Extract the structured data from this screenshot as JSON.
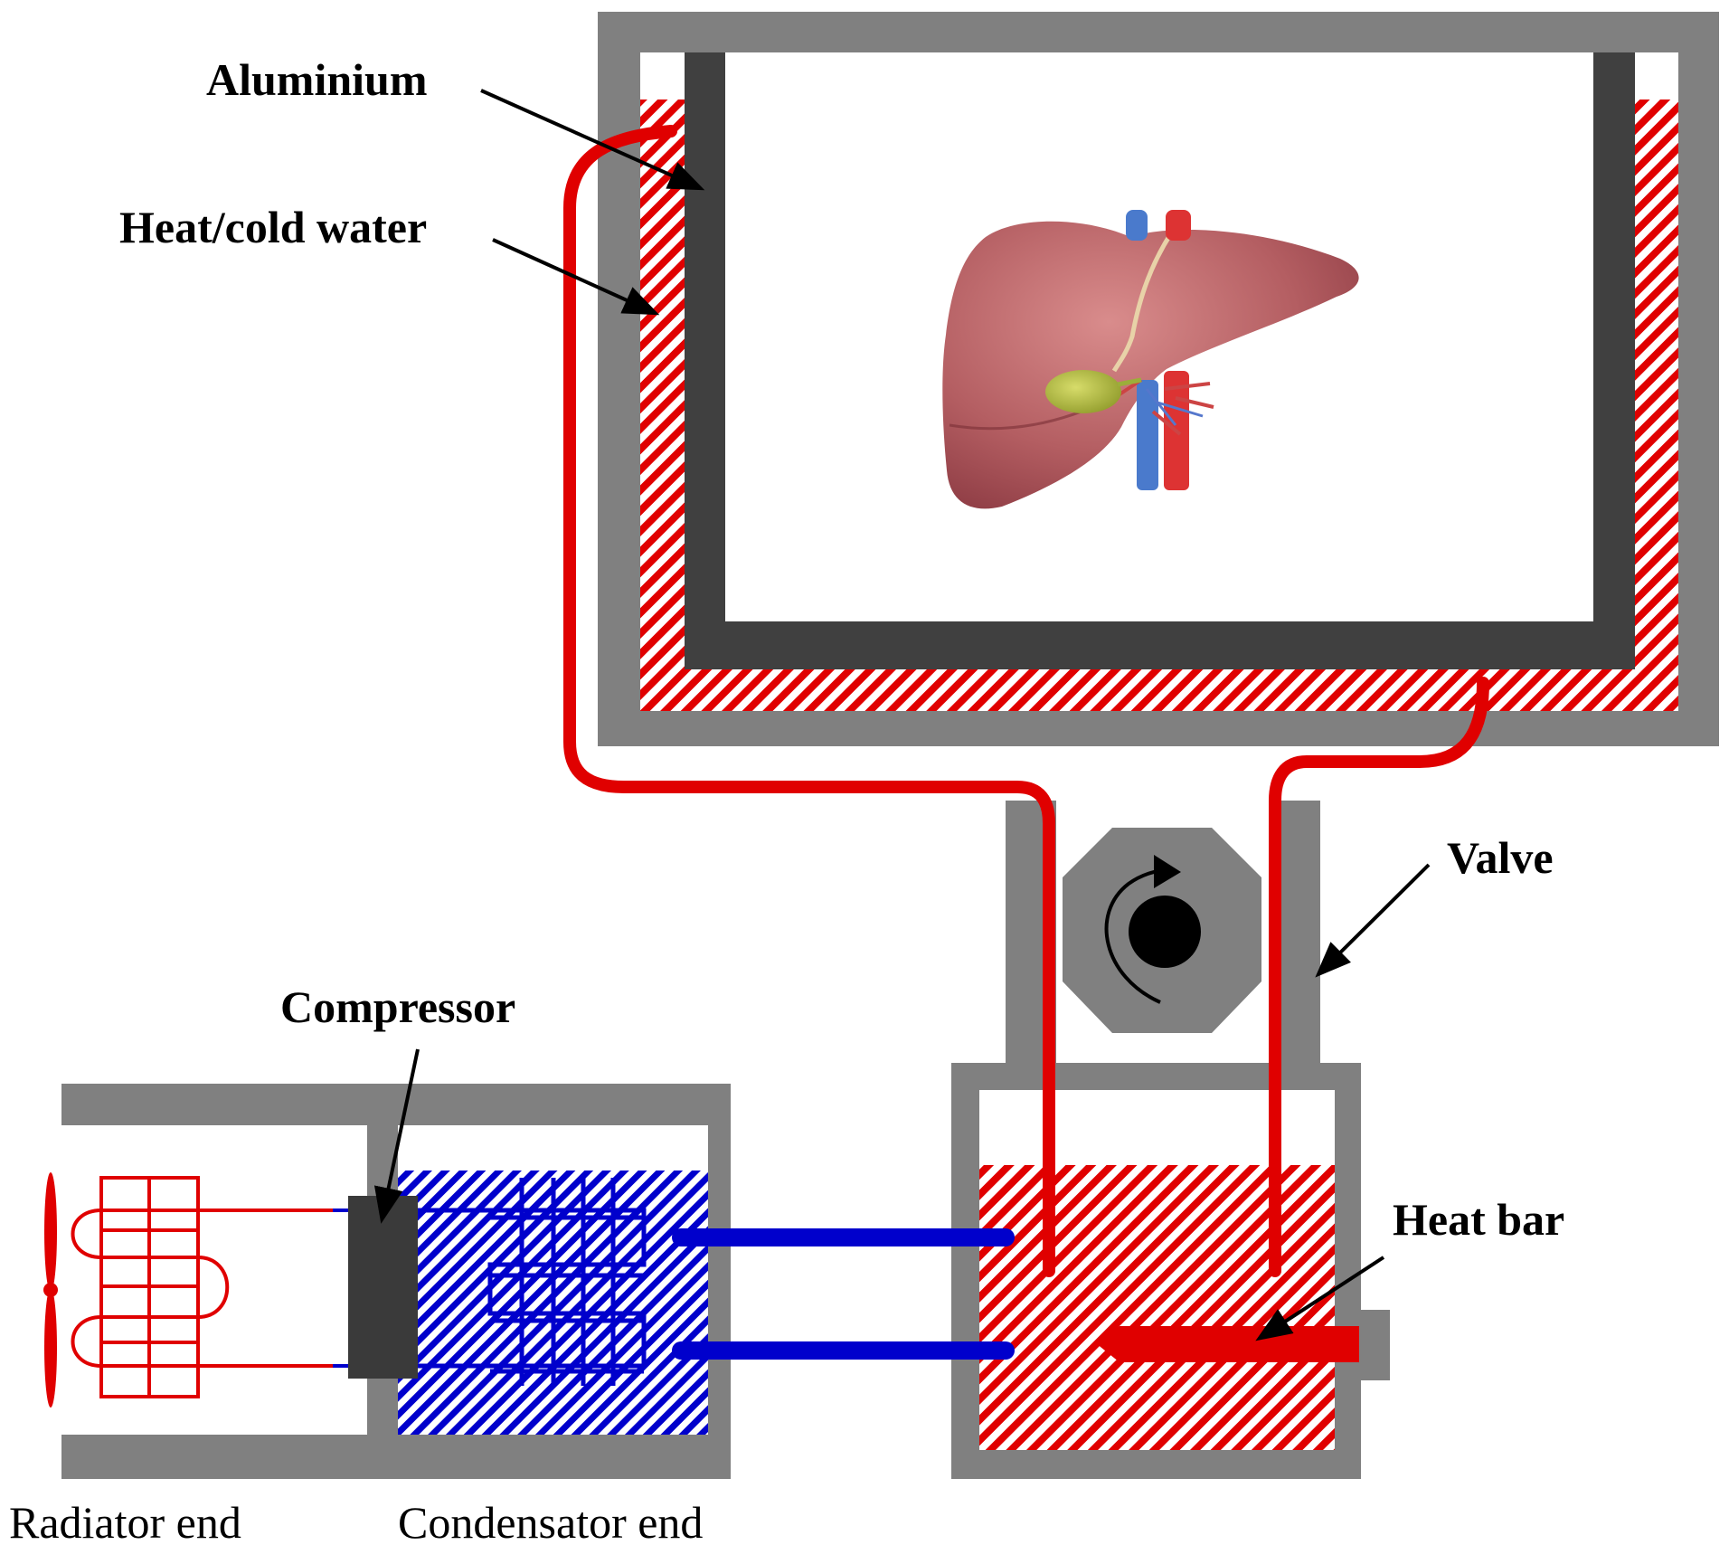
{
  "labels": {
    "aluminium": "Aluminium",
    "heat_cold_water": "Heat/cold water",
    "valve": "Valve",
    "compressor": "Compressor",
    "heat_bar": "Heat bar",
    "radiator_end": "Radiator end",
    "condensator_end": "Condensator end"
  },
  "colors": {
    "housing": "#808080",
    "aluminium": "#404040",
    "hot": "#e00000",
    "cold": "#0000cc",
    "compressor": "#3a3a3a",
    "valve_knob": "#000000"
  },
  "icons": {
    "liver": "liver-illustration",
    "rotation": "rotation-arrow-icon",
    "fan": "fan-icon"
  }
}
